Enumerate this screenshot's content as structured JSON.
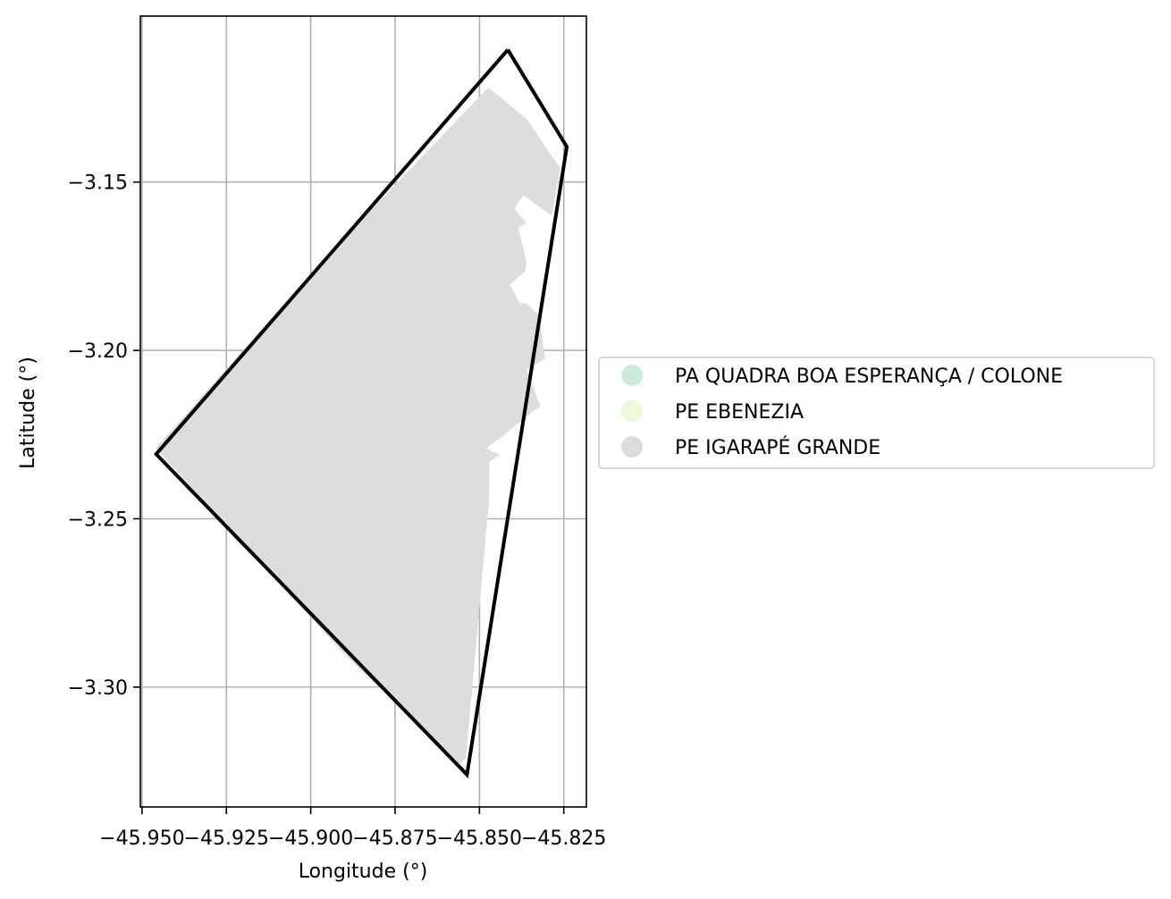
{
  "map": {
    "xlabel": "Longitude (°)",
    "ylabel": "Latitude (°)",
    "x_ticks": [
      -45.95,
      -45.925,
      -45.9,
      -45.875,
      -45.85,
      -45.825
    ],
    "x_tick_labels": [
      "−45.950",
      "−45.925",
      "−45.900",
      "−45.875",
      "−45.850",
      "−45.825"
    ],
    "y_ticks": [
      -3.15,
      -3.2,
      -3.25,
      -3.3
    ],
    "y_tick_labels": [
      "−3.15",
      "−3.20",
      "−3.25",
      "−3.30"
    ],
    "xlim": [
      -45.9505,
      -45.8183
    ],
    "ylim": [
      -3.3356,
      -3.1007
    ],
    "grid": true,
    "legend_position": "right"
  },
  "chart_data": {
    "type": "map",
    "layers": [
      {
        "name": "PE IGARAPÉ GRANDE",
        "color": "#dddddd",
        "role": "settlement polygon",
        "coords": [
          [
            -45.847,
            -3.1222
          ],
          [
            -45.836,
            -3.1313
          ],
          [
            -45.826,
            -3.146
          ],
          [
            -45.8286,
            -3.16
          ],
          [
            -45.837,
            -3.154
          ],
          [
            -45.8397,
            -3.158
          ],
          [
            -45.836,
            -3.1622
          ],
          [
            -45.8385,
            -3.1635
          ],
          [
            -45.836,
            -3.174
          ],
          [
            -45.8365,
            -3.1765
          ],
          [
            -45.841,
            -3.1805
          ],
          [
            -45.838,
            -3.186
          ],
          [
            -45.836,
            -3.186
          ],
          [
            -45.8325,
            -3.1895
          ],
          [
            -45.8305,
            -3.2025
          ],
          [
            -45.836,
            -3.2055
          ],
          [
            -45.832,
            -3.2165
          ],
          [
            -45.8395,
            -3.2225
          ],
          [
            -45.844,
            -3.2262
          ],
          [
            -45.848,
            -3.229
          ],
          [
            -45.844,
            -3.231
          ],
          [
            -45.847,
            -3.233
          ],
          [
            -45.8472,
            -3.245
          ],
          [
            -45.854,
            -3.321
          ],
          [
            -45.856,
            -3.323
          ],
          [
            -45.89,
            -3.2903
          ],
          [
            -45.946,
            -3.229
          ],
          [
            -45.895,
            -3.1718
          ],
          [
            -45.8475,
            -3.122
          ]
        ]
      },
      {
        "name": "outline",
        "color": "#000000",
        "role": "boundary",
        "coords": [
          [
            -45.8416,
            -3.1107
          ],
          [
            -45.8241,
            -3.1395
          ],
          [
            -45.8537,
            -3.326
          ],
          [
            -45.9458,
            -3.2308
          ],
          [
            -45.8416,
            -3.1107
          ]
        ]
      }
    ],
    "legend": [
      {
        "label": "PA QUADRA BOA ESPERANÇA / COLONE",
        "color": "#cdeadb"
      },
      {
        "label": "PE EBENEZIA",
        "color": "#eef8da"
      },
      {
        "label": "PE IGARAPÉ GRANDE",
        "color": "#dcdcdc"
      }
    ]
  }
}
